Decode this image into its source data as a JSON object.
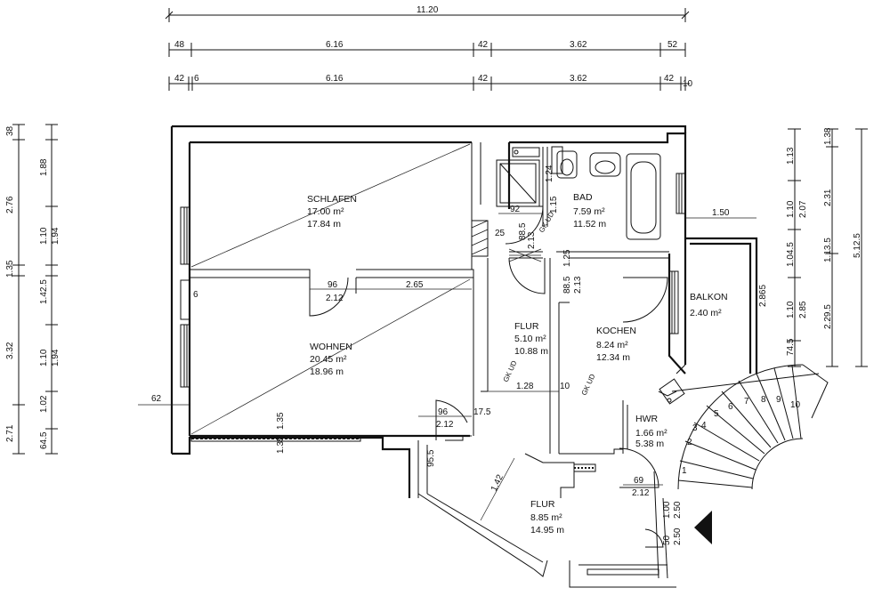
{
  "dims_top": {
    "overall": "11.20",
    "row2": [
      "48",
      "6.16",
      "42",
      "3.62",
      "52"
    ],
    "row3": [
      "42",
      "6",
      "6.16",
      "42",
      "3.62",
      "42",
      "10"
    ]
  },
  "dims_left": [
    "38",
    "1.88",
    "2.76",
    "1.10",
    "1.94",
    "1.35",
    "1.42.5",
    "3.32",
    "1.10",
    "1.94",
    "1.02",
    "64.5",
    "2.71"
  ],
  "dims_right": [
    "1.13",
    "1.38",
    "1.10",
    "2.07",
    "2.31",
    "1.04.5",
    "1.13.5",
    "5.12.5",
    "1.10",
    "2.85",
    "2.865",
    "2.29.5",
    "74.5"
  ],
  "rooms": {
    "schlafen": {
      "name": "SCHLAFEN",
      "area": "17.00 m²",
      "perimeter": "17.84 m"
    },
    "wohnen": {
      "name": "WOHNEN",
      "area": "20.45 m²",
      "perimeter": "18.96 m"
    },
    "bad": {
      "name": "BAD",
      "area": "7.59 m²",
      "perimeter": "11.52 m"
    },
    "flur_inner": {
      "name": "FLUR",
      "area": "5.10 m²",
      "perimeter": "10.88 m"
    },
    "kochen": {
      "name": "KOCHEN",
      "area": "8.24 m²",
      "perimeter": "12.34 m"
    },
    "balkon": {
      "name": "BALKON",
      "area": "2.40 m²"
    },
    "hwr": {
      "name": "HWR",
      "area": "1.66 m²",
      "perimeter": "5.38 m"
    },
    "flur_entry": {
      "name": "FLUR",
      "area": "8.85 m²",
      "perimeter": "14.95 m"
    }
  },
  "inner_dims": {
    "door_wohnen": "96",
    "door_wohnen_h": "2.12",
    "wall_265": "2.65",
    "door_bad": "92",
    "bad_115": "1.15",
    "bad_124": "1.24",
    "bad_25": "25",
    "door_flur": "88.5",
    "door_flur_h": "2.13",
    "bad_125": "1.25",
    "door_kochen": "88.5",
    "door_kochen_h": "2.13",
    "flur_128": "1.28",
    "flur_10": "10",
    "door_entry": "96",
    "door_entry_h": "2.12",
    "entry_175": "17.5",
    "entry_955": "95.5",
    "left_62": "62",
    "sill_135a": "1.35",
    "sill_135b": "1.35",
    "wohnen_6": "6",
    "balkon_150": "1.50",
    "diag_142": "1.42",
    "hwr_door": "69",
    "hwr_door_h": "2.12",
    "stair_100": "1.00",
    "stair_250": "2.50",
    "stair_50": "50",
    "stair_250b": "2.50"
  },
  "gk_labels": [
    "GK UD",
    "GK UD",
    "GK UD"
  ],
  "stair_steps": [
    "1",
    "2",
    "3",
    "4",
    "5",
    "6",
    "7",
    "8",
    "9",
    "10"
  ]
}
